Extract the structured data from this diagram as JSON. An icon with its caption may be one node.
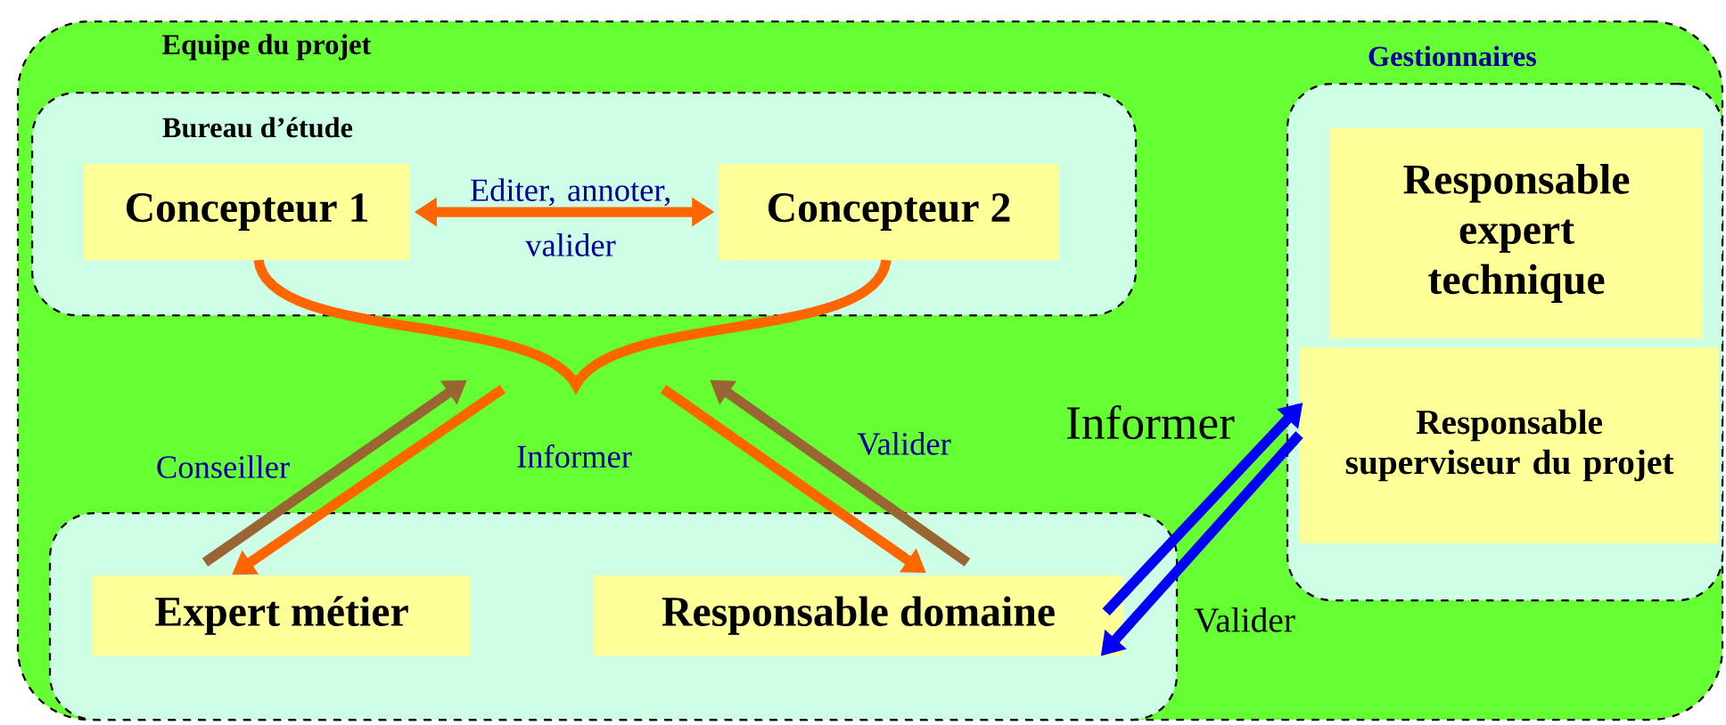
{
  "diagram": {
    "nodes": [
      {
        "text": [
          "Equipe du projet"
        ]
      },
      {
        "text": [
          "Bureau d’étude"
        ],
        "in": 0
      },
      {
        "text": [
          "Concepteur 1"
        ],
        "in": 1
      },
      {
        "text": [
          "Concepteur 2"
        ],
        "in": 1
      },
      {
        "text": [],
        "shape": "box",
        "in": 0
      },
      {
        "text": [
          "Expert métier"
        ],
        "in": 4
      },
      {
        "text": [
          "Responsable domaine"
        ],
        "in": 4
      },
      {
        "text": [
          "Gestionnaires"
        ],
        "in": 0
      },
      {
        "text": [
          "Responsable expert technique"
        ],
        "in": 7
      },
      {
        "text": [
          "Responsable superviseur du projet"
        ],
        "in": 7
      },
      {
        "text": [],
        "shape": "brace",
        "in": 0
      }
    ],
    "edges": [
      {
        "from": 2,
        "to": 3,
        "arrow": "both",
        "label": "Editer, annoter, valider"
      },
      {
        "from": 5,
        "to": 10,
        "arrow": "to",
        "label": "Conseiller",
        "color": "#996633"
      },
      {
        "from": 10,
        "to": 5,
        "arrow": "to",
        "label": "Informer"
      },
      {
        "from": 10,
        "to": 6,
        "arrow": "to"
      },
      {
        "from": 6,
        "to": 10,
        "arrow": "to",
        "label": "Valider",
        "color": "#996633"
      },
      {
        "from": 6,
        "to": 9,
        "arrow": "to",
        "label": "Informer",
        "color": "#0000ff"
      },
      {
        "from": 9,
        "to": 6,
        "arrow": "to",
        "label": "Valider",
        "color": "#0000ff"
      }
    ]
  }
}
